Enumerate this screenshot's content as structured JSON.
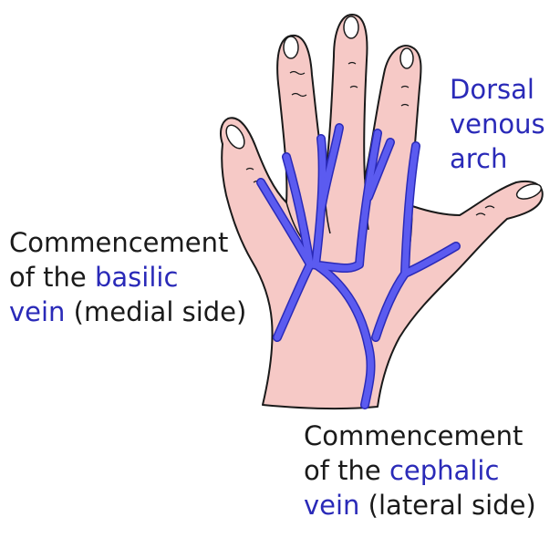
{
  "labels": {
    "dorsal": {
      "line1": "Dorsal",
      "line2": "venous",
      "line3": "arch"
    },
    "basilic": {
      "line1": "Commencement",
      "line2_prefix": "of the ",
      "line2_highlight": "basilic",
      "line3_highlight": "vein",
      "line3_suffix": " (medial side)"
    },
    "cephalic": {
      "line1": "Commencement",
      "line2_prefix": "of the ",
      "line2_highlight": "cephalic",
      "line3_highlight": "vein",
      "line3_suffix": " (lateral side)"
    }
  },
  "colors": {
    "skin": "#f6c9c6",
    "outline": "#1a1a1a",
    "vein": "#5b5bf0",
    "vein_outline": "#2a2ab8",
    "label_blue": "#2a2ab8",
    "text": "#1a1a1a"
  }
}
